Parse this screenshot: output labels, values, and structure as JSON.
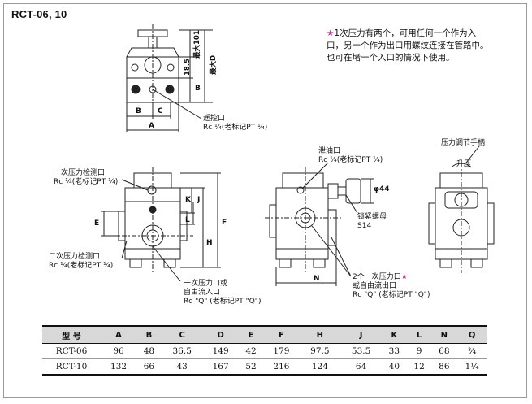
{
  "title": "RCT-06, 10",
  "note": {
    "star": "★",
    "text": "1次压力有两个，可用任何一个作为入口，另一个作为出口用螺纹连接在管路中。也可在堵一个入口的情况下使用。"
  },
  "labels": {
    "remote_port": "遥控口",
    "remote_port_spec": "Rc ¹⁄₄(老标记PT ¹⁄₄)",
    "drain_port": "泄油口",
    "drain_port_spec": "Rc ¹⁄₄(老标记PT ¹⁄₄)",
    "primary_gauge_port": "一次压力检测口",
    "primary_gauge_spec": "Rc ¹⁄₄(老标记PT ¹⁄₄)",
    "secondary_gauge_port": "二次压力检测口",
    "secondary_gauge_spec": "Rc ¹⁄₄(老标记PT ¹⁄₄)",
    "primary_pressure_port": "一次压力口或",
    "free_flow_inlet": "自由流入口",
    "q_spec_1": "Rc \"Q\" (老标记PT \"Q\")",
    "two_primary_ports": "2个一次压力口",
    "two_primary_ports_star": "★",
    "free_flow_outlet": "或自由流出口",
    "q_spec_2": "Rc \"Q\" (老标记PT \"Q\")",
    "lock_nut": "锁紧螺母",
    "lock_nut_size": "S14",
    "pressure_knob": "压力调节手柄",
    "boost": "升压",
    "dia": "φ44",
    "max_101": "最大101",
    "max_d": "最大D",
    "dim_18_5": "18.5"
  },
  "dim_letters": {
    "A": "A",
    "B": "B",
    "C": "C",
    "E": "E",
    "F": "F",
    "H": "H",
    "J": "J",
    "K": "K",
    "L": "L",
    "N": "N"
  },
  "table": {
    "headers": [
      "型 号",
      "A",
      "B",
      "C",
      "D",
      "E",
      "F",
      "H",
      "J",
      "K",
      "L",
      "N",
      "Q"
    ],
    "rows": [
      [
        "RCT-06",
        "96",
        "48",
        "36.5",
        "149",
        "42",
        "179",
        "97.5",
        "53.5",
        "33",
        "9",
        "68",
        "³⁄₄"
      ],
      [
        "RCT-10",
        "132",
        "66",
        "43",
        "167",
        "52",
        "216",
        "124",
        "64",
        "40",
        "12",
        "86",
        "1¹⁄₄"
      ]
    ]
  }
}
